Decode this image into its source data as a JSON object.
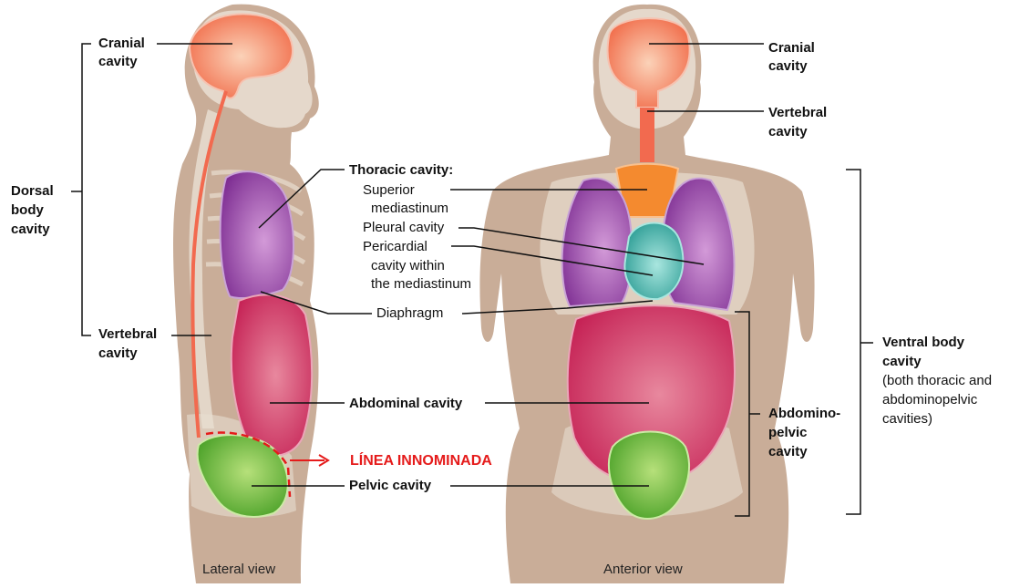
{
  "labels": {
    "cranial_left_1": "Cranial",
    "cranial_left_2": "cavity",
    "dorsal_1": "Dorsal",
    "dorsal_2": "body",
    "dorsal_3": "cavity",
    "vertebral_left_1": "Vertebral",
    "vertebral_left_2": "cavity",
    "thoracic": "Thoracic cavity:",
    "superior_1": "Superior",
    "superior_2": "mediastinum",
    "pleural": "Pleural cavity",
    "pericardial_1": "Pericardial",
    "pericardial_2": "cavity within",
    "pericardial_3": "the mediastinum",
    "diaphragm": "Diaphragm",
    "abdominal": "Abdominal cavity",
    "linea": "LÍNEA INNOMINADA",
    "pelvic": "Pelvic cavity",
    "cranial_right_1": "Cranial",
    "cranial_right_2": "cavity",
    "vertebral_right_1": "Vertebral",
    "vertebral_right_2": "cavity",
    "ventral_1": "Ventral body",
    "ventral_2": "cavity",
    "ventral_3": "(both thoracic and",
    "ventral_4": "abdominopelvic",
    "ventral_5": "cavities)",
    "abdomino_1": "Abdomino-",
    "abdomino_2": "pelvic",
    "abdomino_3": "cavity"
  },
  "views": {
    "lateral": "Lateral view",
    "anterior": "Anterior view"
  },
  "colors": {
    "body": "#c9ad98",
    "bone": "#e8ddd0",
    "cranial": "#f26a4f",
    "thoracic_purple": "#8e3fa0",
    "superior_orange": "#f48a2f",
    "pericardial_teal": "#2aa8a0",
    "abdominal": "#d42a5c",
    "pelvic": "#5db030",
    "annotation_red": "#e51b1b"
  }
}
